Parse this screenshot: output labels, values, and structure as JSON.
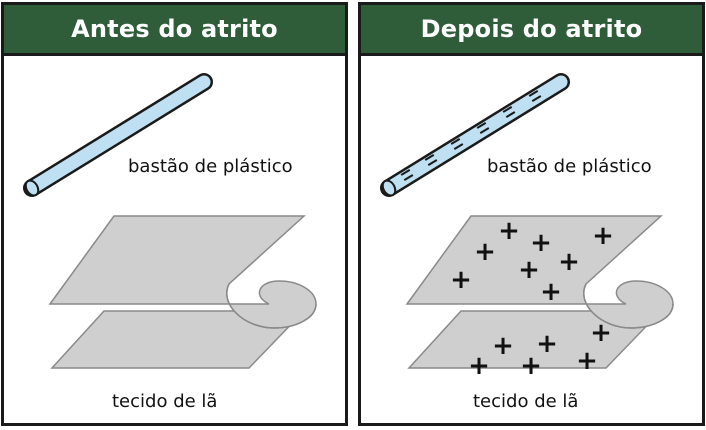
{
  "panels": [
    {
      "header": "Antes do atrito",
      "rod_label": "bastão de plástico",
      "cloth_label": "tecido de lã"
    },
    {
      "header": "Depois do atrito",
      "rod_label": "bastão de plástico",
      "cloth_label": "tecido de lã"
    }
  ],
  "charges": {
    "negative_symbol": "=",
    "positive_symbol": "+"
  },
  "colors": {
    "header_bg": "#2f5d3a",
    "rod_fill": "#bfe0f2",
    "cloth_fill": "#cfcfcf",
    "outline": "#1a1a1a"
  }
}
